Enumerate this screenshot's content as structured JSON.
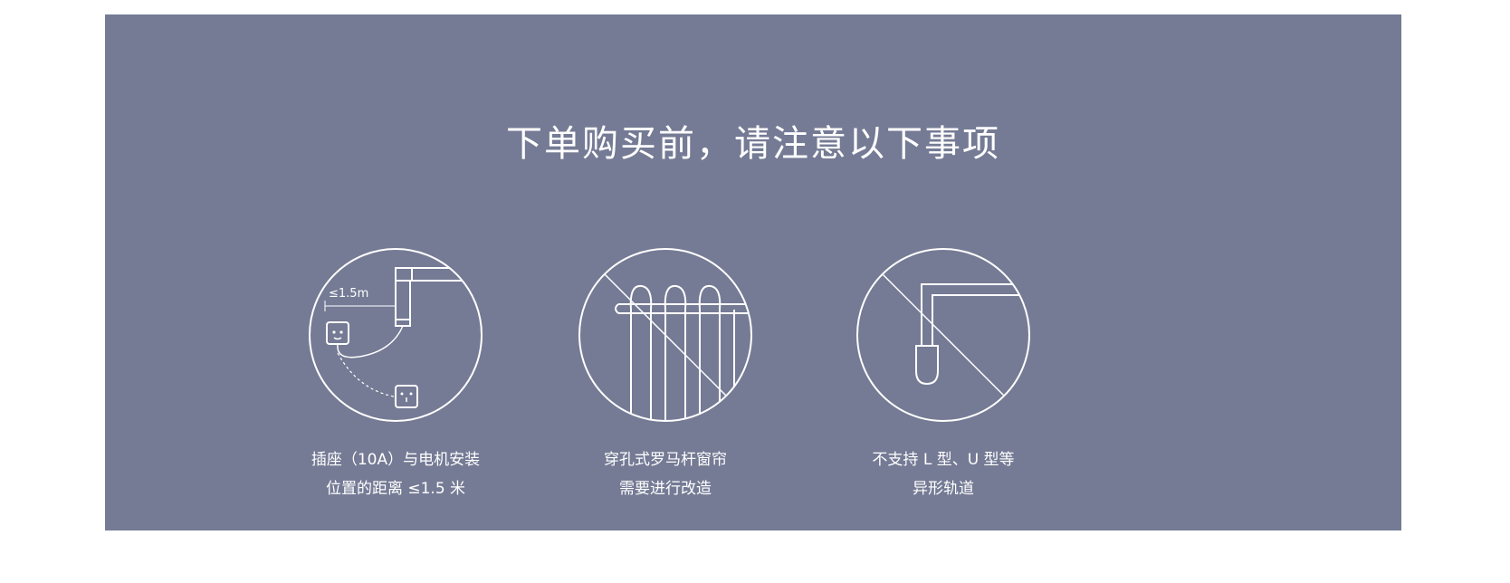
{
  "title": "下单购买前，请注意以下事项",
  "colors": {
    "panel": "#757b95",
    "foreground": "#ffffff"
  },
  "notices": [
    {
      "icon": "socket-distance-icon",
      "distance_label": "≤1.5m",
      "lines": [
        "插座（10A）与电机安装",
        "位置的距离 ≤1.5 米"
      ]
    },
    {
      "icon": "grommet-curtain-prohibited-icon",
      "lines": [
        "穿孔式罗马杆窗帘",
        "需要进行改造"
      ]
    },
    {
      "icon": "l-u-track-prohibited-icon",
      "lines": [
        "不支持 L 型、U 型等",
        "异形轨道"
      ]
    }
  ]
}
